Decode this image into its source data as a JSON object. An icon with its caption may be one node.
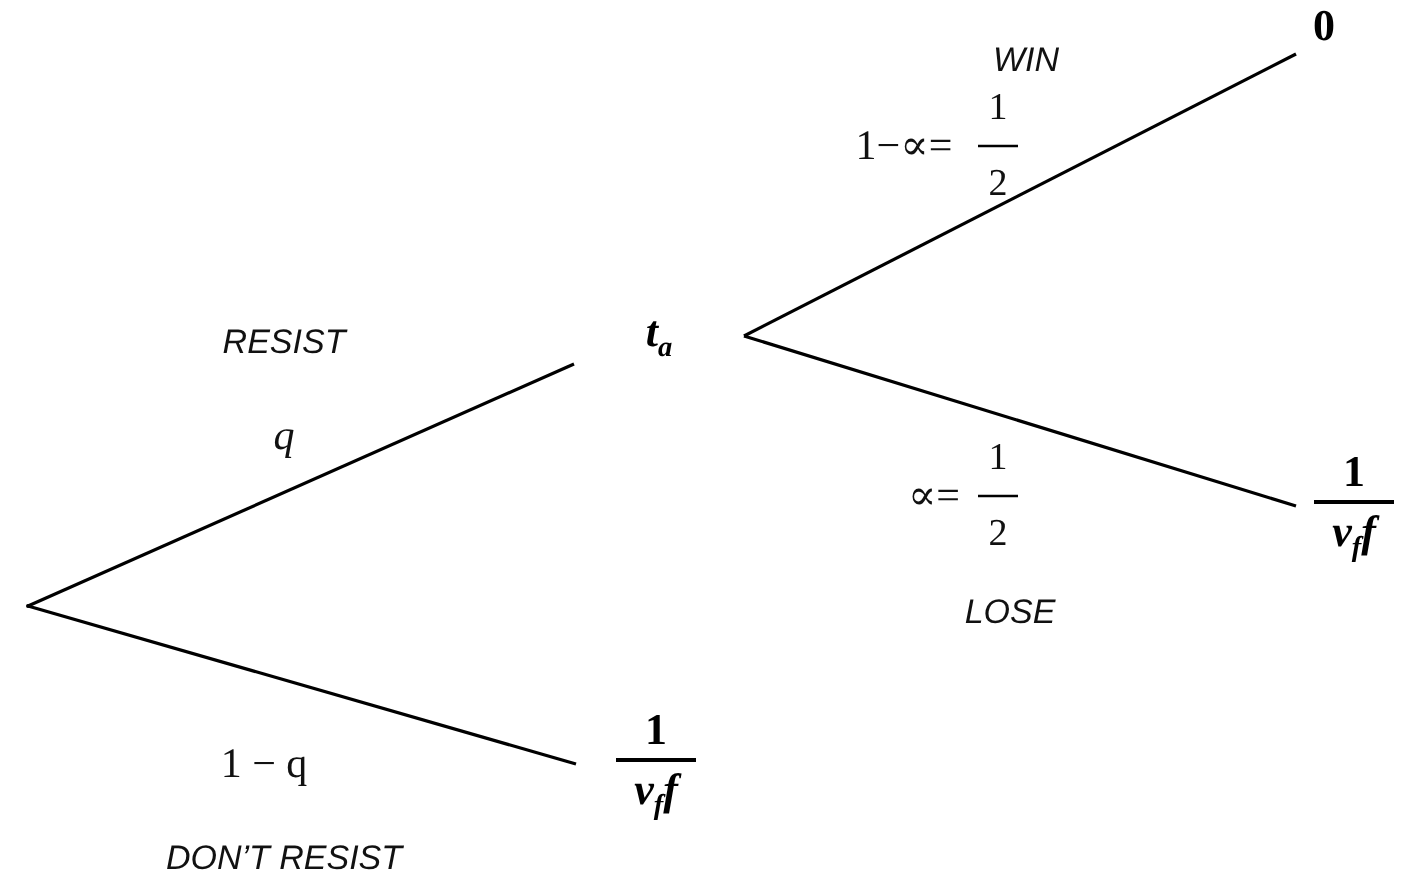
{
  "diagram": {
    "nodes": [
      {
        "text": [],
        "shape": "point"
      },
      {
        "text": [
          "0"
        ]
      },
      {
        "text": [
          "t$_{a}$"
        ]
      },
      {
        "text": [
          "1",
          "v$_{f}$f"
        ]
      },
      {
        "text": [
          "1",
          "v$_{f}$f"
        ]
      }
    ],
    "edges": [
      {
        "from": 0,
        "to": 2,
        "arrow": "none"
      },
      {
        "from": 0,
        "to": 4,
        "arrow": "none"
      },
      {
        "from": 2,
        "to": 1,
        "arrow": "none"
      },
      {
        "from": 2,
        "to": 3,
        "arrow": "none"
      }
    ],
    "labels": [
      "WIN",
      "1−∝=",
      "1",
      "2",
      "RESIST",
      "q",
      "∝=",
      "1",
      "2",
      "LOSE",
      "1 − q",
      "DON’T RESIST"
    ]
  }
}
